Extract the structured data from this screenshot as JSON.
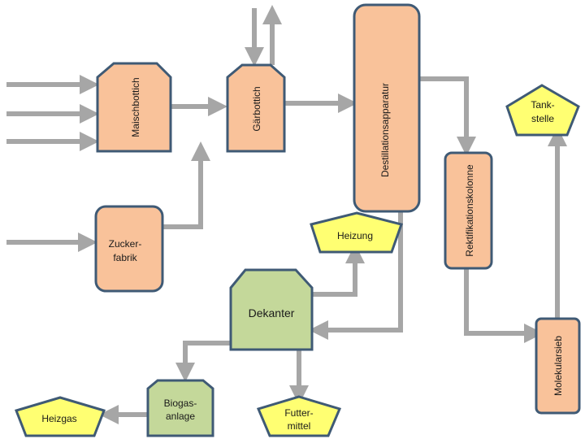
{
  "nodes": {
    "maischbottich": "Maischbottich",
    "gaerbottich": "Gärbottich",
    "destillation": "Destillationsapparatur",
    "rektifikation": "Rektifikationskolonne",
    "tankstelle_1": "Tank-",
    "tankstelle_2": "stelle",
    "zuckerfabrik_1": "Zucker-",
    "zuckerfabrik_2": "fabrik",
    "heizung": "Heizung",
    "dekanter": "Dekanter",
    "molekularsieb": "Molekularsieb",
    "biogas_1": "Biogas-",
    "biogas_2": "anlage",
    "heizgas": "Heizgas",
    "futter_1": "Futter-",
    "futter_2": "mittel"
  },
  "colors": {
    "process_fill": "#f9c29a",
    "dekanter_fill": "#c4d89a",
    "output_fill": "#ffff72",
    "border": "#3f5a75",
    "pipe": "#a6a6a6"
  }
}
